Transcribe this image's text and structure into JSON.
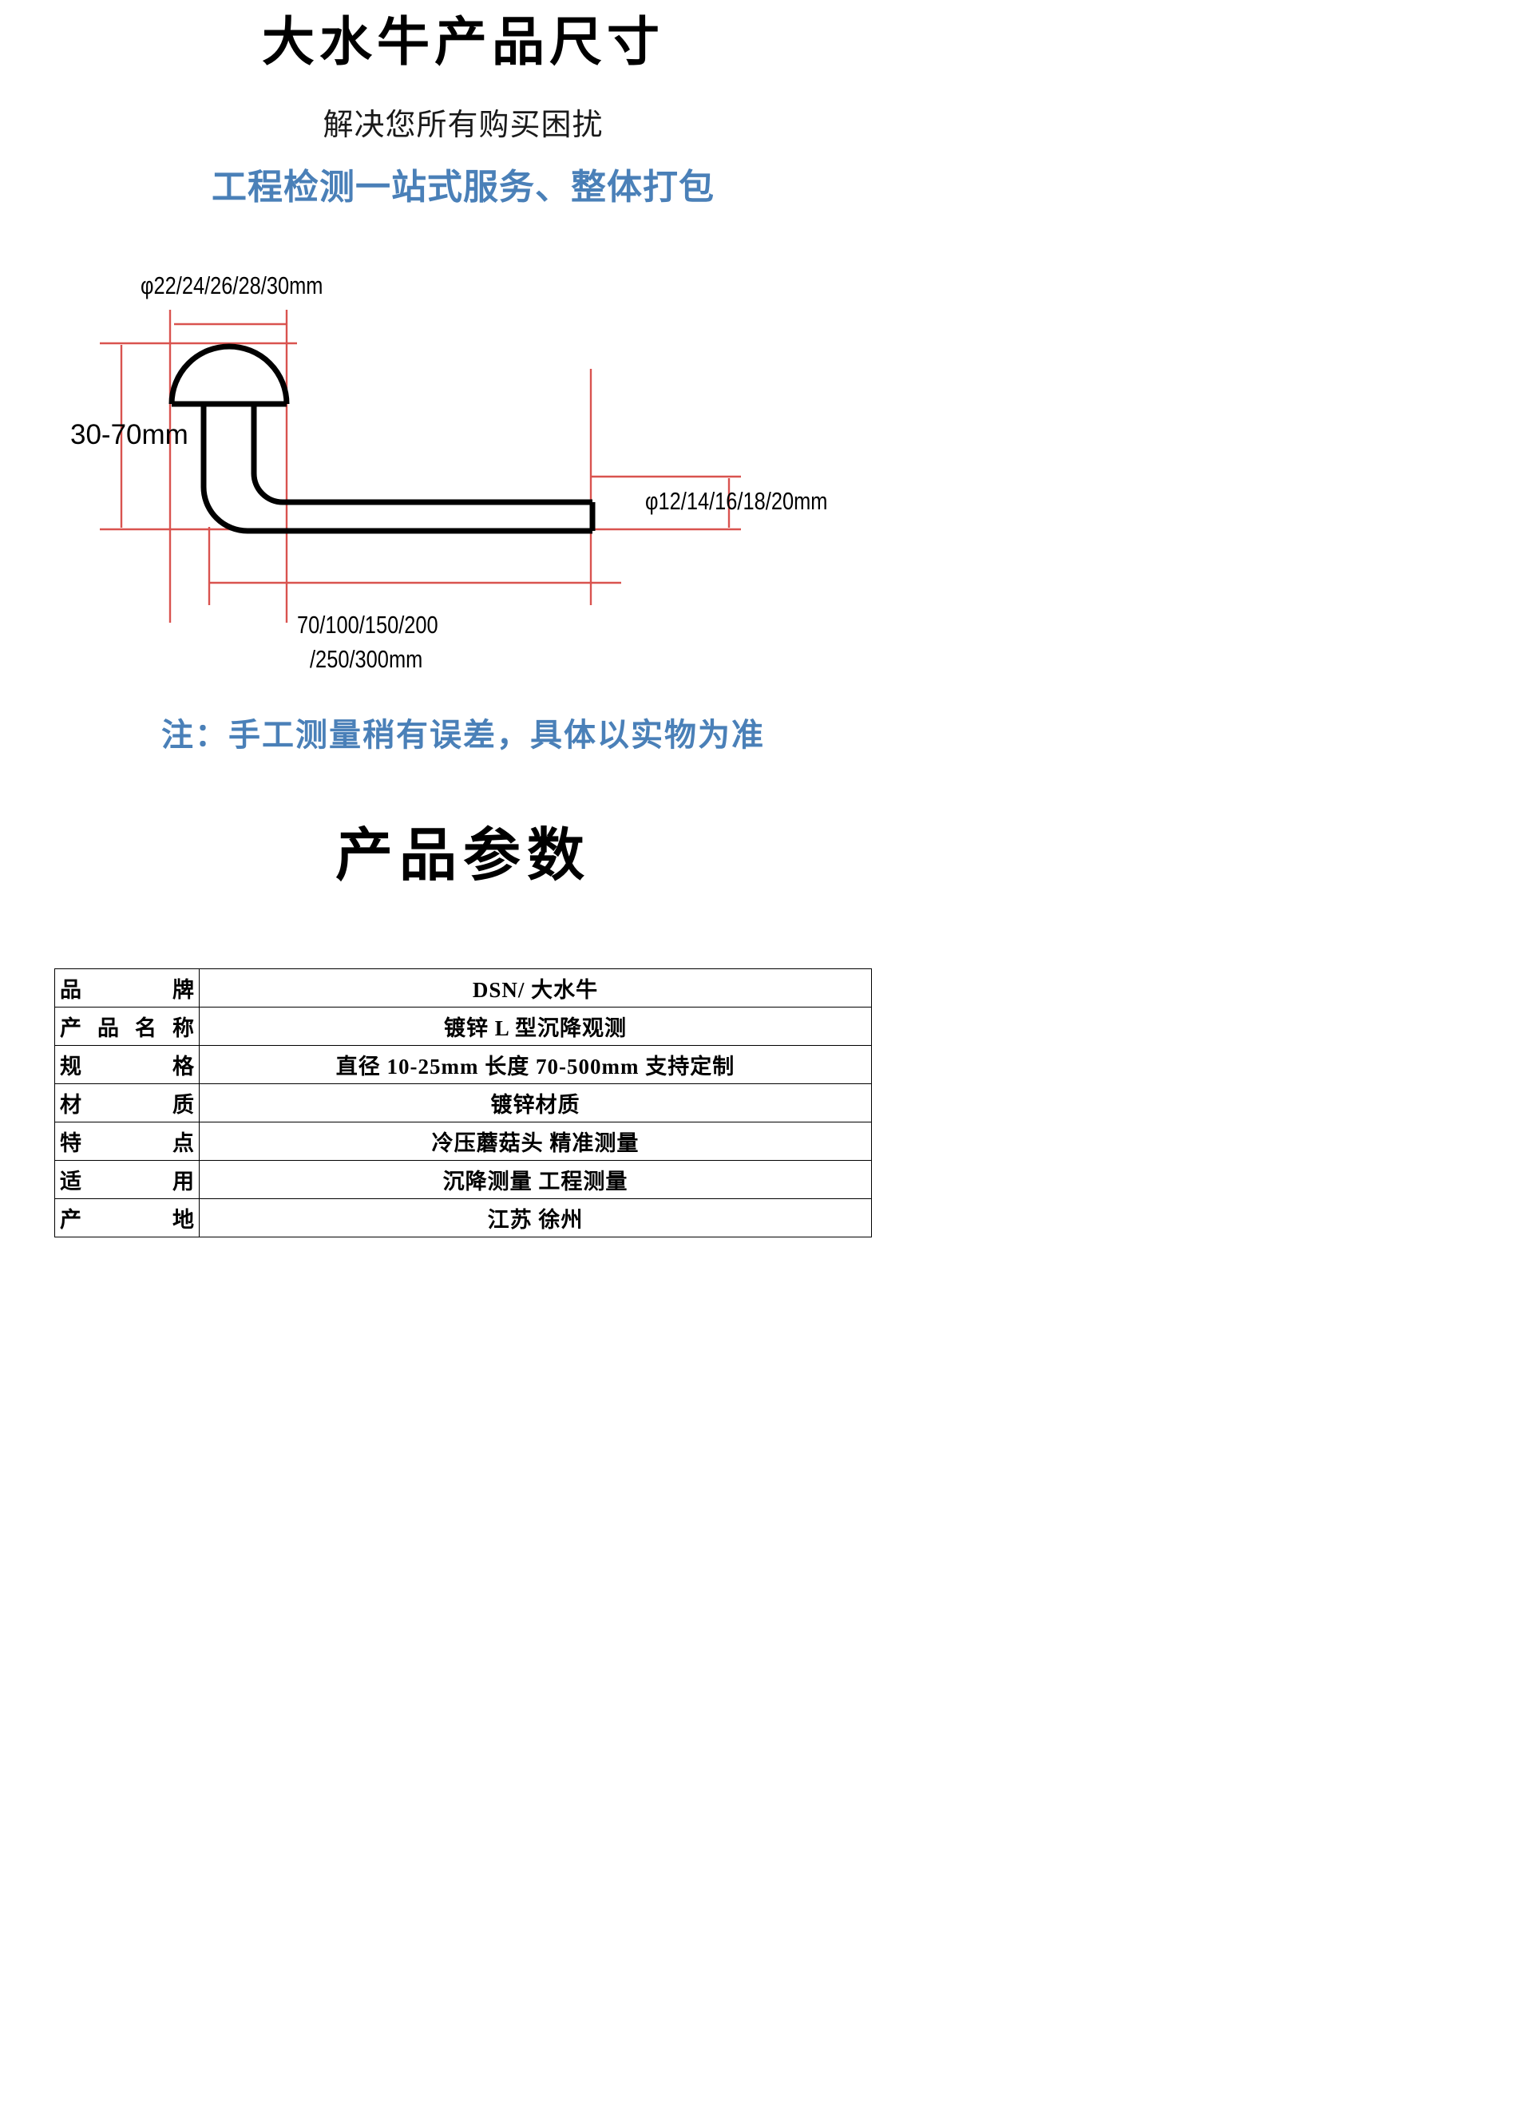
{
  "header": {
    "title": "大水牛产品尺寸",
    "subtitle": "解决您所有购买困扰",
    "tagline": "工程检测一站式服务、整体打包",
    "tagline_color": "#4a80b8"
  },
  "diagram": {
    "head_diameter_label": "φ22/24/26/28/30mm",
    "height_label": "30-70mm",
    "rod_diameter_label": "φ12/14/16/18/20mm",
    "length_label_line1": "70/100/150/200",
    "length_label_line2": "/250/300mm",
    "dimension_line_color": "#d9534f",
    "part_outline_color": "#000000"
  },
  "note": {
    "text": "注：手工测量稍有误差，具体以实物为准",
    "color": "#4a80b8"
  },
  "section": {
    "heading": "产品参数"
  },
  "spec_table": {
    "rows": [
      {
        "key": "品牌",
        "value": "DSN/ 大水牛"
      },
      {
        "key": "产品名称",
        "value": "镀锌 L 型沉降观测"
      },
      {
        "key": "规格",
        "value": "直径 10-25mm 长度 70-500mm 支持定制"
      },
      {
        "key": "材质",
        "value": "镀锌材质"
      },
      {
        "key": "特点",
        "value": "冷压蘑菇头 精准测量"
      },
      {
        "key": "适用",
        "value": "沉降测量 工程测量"
      },
      {
        "key": "产地",
        "value": "江苏 徐州"
      }
    ]
  }
}
